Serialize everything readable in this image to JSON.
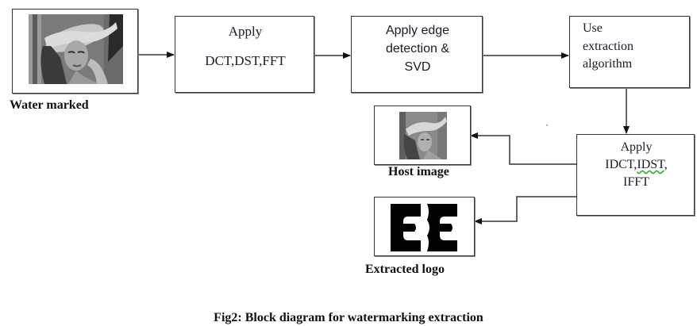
{
  "figure": {
    "caption": "Fig2: Block diagram for watermarking extraction"
  },
  "nodes": {
    "watermarked": {
      "label": "Water marked",
      "image": "lena-watermarked-image"
    },
    "transform": {
      "line1": "Apply",
      "line2": "DCT,DST,FFT"
    },
    "edge_svd": {
      "line1": "Apply edge",
      "line2": "detection &",
      "line3": "SVD"
    },
    "extraction": {
      "line1": "Use",
      "line2": "extraction",
      "line3": "algorithm"
    },
    "inverse": {
      "line1": "Apply",
      "line2a": "IDCT,",
      "line2b": "IDST",
      "line2c": ",",
      "line3": "IFFT"
    },
    "host": {
      "label": "Host image",
      "image": "lena-host-image"
    },
    "logo": {
      "label": "Extracted logo",
      "glyphs": "EE"
    }
  },
  "edges": [
    {
      "from": "watermarked",
      "to": "transform"
    },
    {
      "from": "transform",
      "to": "edge_svd"
    },
    {
      "from": "edge_svd",
      "to": "extraction"
    },
    {
      "from": "extraction",
      "to": "inverse"
    },
    {
      "from": "inverse",
      "to": "host"
    },
    {
      "from": "inverse",
      "to": "logo"
    }
  ]
}
